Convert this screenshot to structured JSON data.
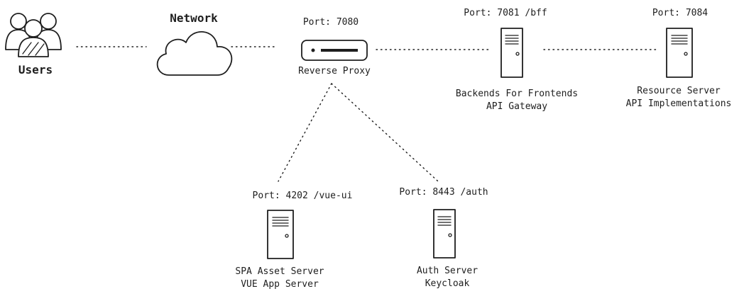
{
  "users": {
    "label": "Users",
    "icon": "users-icon"
  },
  "network": {
    "label": "Network",
    "icon": "cloud-icon"
  },
  "proxy": {
    "port": "Port: 7080",
    "name": "Reverse Proxy",
    "icon": "router-icon"
  },
  "bff": {
    "port": "Port: 7081 /bff",
    "name_line1": "Backends For Frontends",
    "name_line2": "API Gateway",
    "icon": "server-icon"
  },
  "resource": {
    "port": "Port: 7084",
    "name_line1": "Resource Server",
    "name_line2": "API Implementations",
    "icon": "server-icon"
  },
  "spa": {
    "port": "Port: 4202 /vue-ui",
    "name_line1": "SPA Asset Server",
    "name_line2": "VUE App Server",
    "icon": "server-icon"
  },
  "auth": {
    "port": "Port: 8443 /auth",
    "name_line1": "Auth Server",
    "name_line2": "Keycloak",
    "icon": "server-icon"
  },
  "colors": {
    "stroke": "#1e1e1e",
    "background": "#ffffff"
  }
}
